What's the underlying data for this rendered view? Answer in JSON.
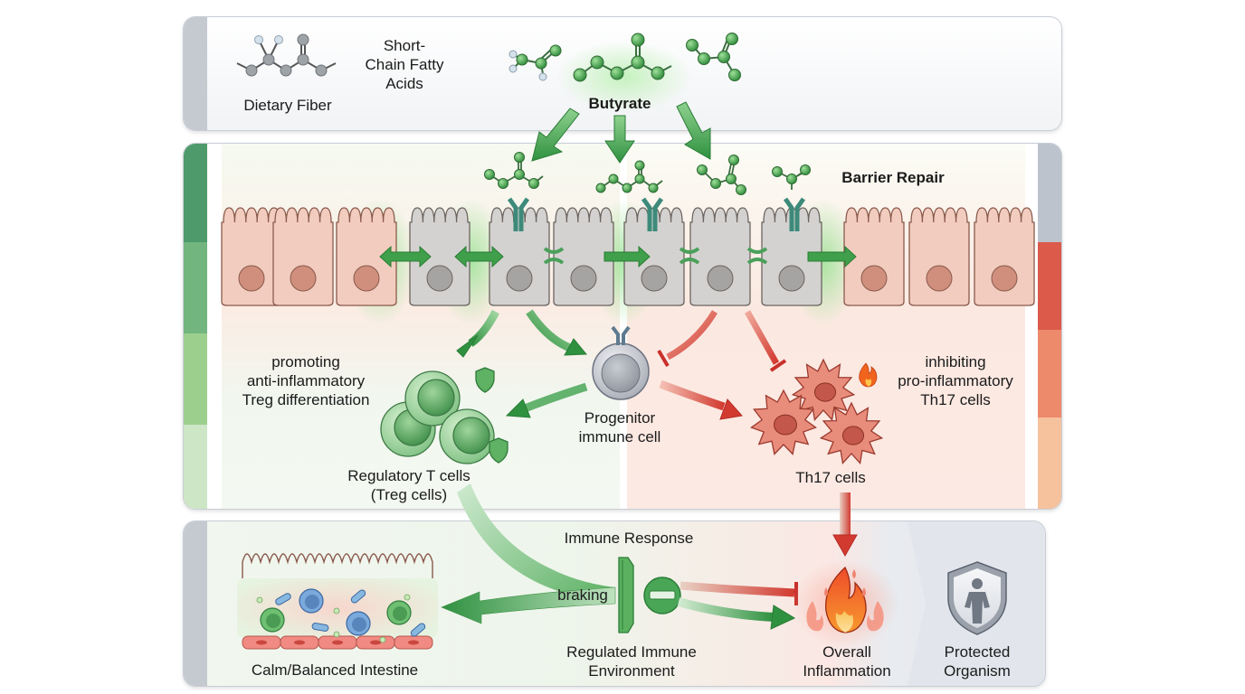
{
  "top_panel": {
    "dietary_fiber_label": "Dietary Fiber",
    "scfa_label": "Short-\nChain Fatty\nAcids",
    "butyrate_label": "Butyrate"
  },
  "middle_panel": {
    "barrier_repair_label": "Barrier Repair",
    "treg_promotion_label": "promoting\nanti-inflammatory\nTreg differentiation",
    "progenitor_label": "Progenitor\nimmune cell",
    "treg_cells_label": "Regulatory T cells\n(Treg cells)",
    "th17_inhibition_label": "inhibiting\npro-inflammatory\nTh17 cells",
    "th17_cells_label": "Th17 cells",
    "left_scale_colors": [
      "#4f9a6a",
      "#72b57e",
      "#9ccf8d",
      "#cce6c6"
    ],
    "right_scale_colors": [
      "#bcc3cc",
      "#db5a4a",
      "#ee8a6c",
      "#f6c29e"
    ]
  },
  "bottom_panel": {
    "immune_response_label": "Immune Response",
    "braking_label": "braking",
    "regulated_env_label": "Regulated Immune\nEnvironment",
    "calm_intestine_label": "Calm/Balanced Intestine",
    "overall_inflammation_label": "Overall\nInflammation",
    "protected_organism_label": "Protected\nOrganism"
  },
  "icons": {
    "fiber": "dietary-fiber-molecule-icon",
    "butyrate": "butyrate-molecule-icon",
    "receptor": "receptor-icon",
    "treg": "treg-cell-cluster-icon",
    "progenitor": "progenitor-cell-icon",
    "th17": "th17-cell-cluster-icon",
    "flame": "flame-icon",
    "brake": "brake-icon",
    "minus": "minus-circle-icon",
    "shield": "shield-person-icon"
  },
  "colors": {
    "green": "#3d9a4a",
    "red": "#d9443a",
    "gray_cell": "#d4d2d0",
    "pink_cell": "#f2cdbf"
  }
}
